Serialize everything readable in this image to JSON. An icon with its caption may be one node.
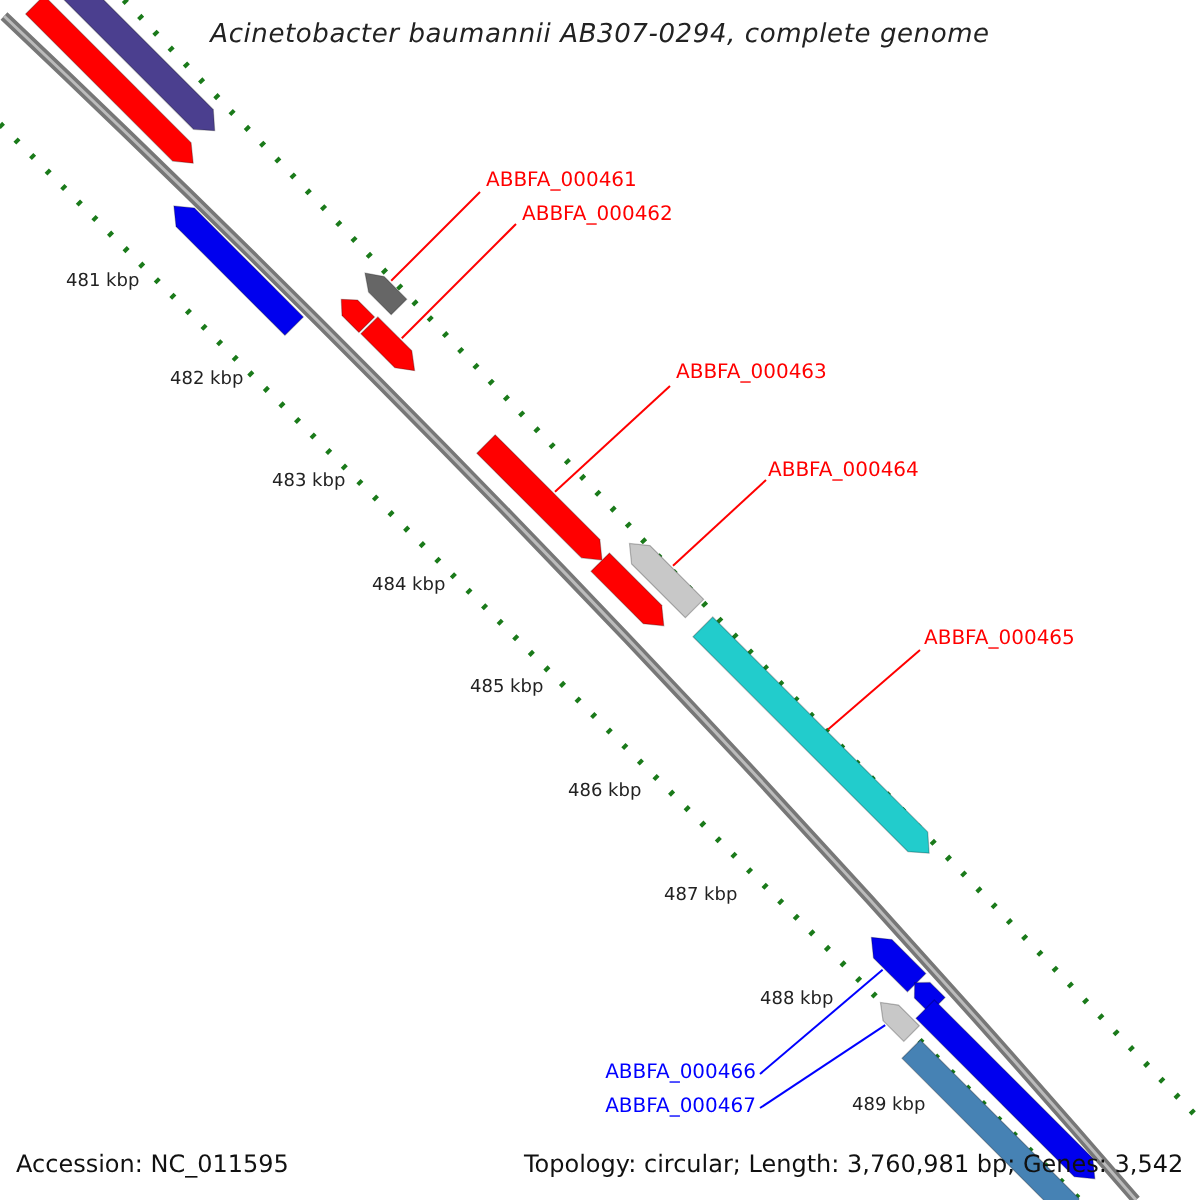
{
  "diagram": {
    "title": "Acinetobacter baumannii AB307-0294, complete genome",
    "nodes": [
      {
        "text": [
          "ABBFA_000461"
        ]
      },
      {
        "text": [
          "ABBFA_000462"
        ]
      },
      {
        "text": [
          "ABBFA_000463"
        ]
      },
      {
        "text": [
          "ABBFA_000464"
        ]
      },
      {
        "text": [
          "ABBFA_000465"
        ]
      },
      {
        "text": [
          "ABBFA_000466"
        ]
      },
      {
        "text": [
          "ABBFA_000467"
        ]
      },
      {
        "text": [],
        "shape": "bar"
      },
      {
        "text": [],
        "shape": "bar"
      },
      {
        "text": [],
        "shape": "bar"
      },
      {
        "text": [],
        "shape": "bar"
      },
      {
        "text": [],
        "shape": "bar"
      },
      {
        "text": [],
        "shape": "bar"
      },
      {
        "text": [],
        "shape": "bar"
      },
      {
        "text": [],
        "shape": "bar"
      },
      {
        "text": [],
        "shape": "bar"
      },
      {
        "text": [],
        "shape": "bar"
      },
      {
        "text": [],
        "shape": "bar"
      },
      {
        "text": [],
        "shape": "bar"
      },
      {
        "text": [],
        "shape": "bar"
      },
      {
        "text": [],
        "shape": "bar"
      },
      {
        "text": [],
        "shape": "bar"
      }
    ],
    "edges": [
      {
        "from": 0,
        "to": 10,
        "arrow": "none"
      },
      {
        "from": 1,
        "to": 12,
        "arrow": "none"
      },
      {
        "from": 2,
        "to": 13,
        "arrow": "none"
      },
      {
        "from": 3,
        "to": 14,
        "arrow": "none"
      },
      {
        "from": 4,
        "to": 16,
        "arrow": "none"
      },
      {
        "from": 5,
        "to": 17,
        "arrow": "none",
        "color": "#0000ff"
      },
      {
        "from": 6,
        "to": 19,
        "arrow": "none",
        "color": "#0000ff"
      }
    ],
    "labels": [
      "481 kbp",
      "482 kbp",
      "483 kbp",
      "484 kbp",
      "485 kbp",
      "486 kbp",
      "487 kbp",
      "488 kbp",
      "489 kbp",
      "Accession: NC_011595",
      "Topology: circular; Length: 3,760,981 bp; Genes: 3,542"
    ]
  }
}
